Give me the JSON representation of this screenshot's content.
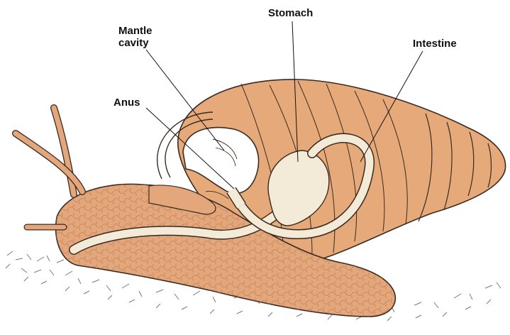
{
  "labels": {
    "stomach": "Stomach",
    "mantle_cavity_line1": "Mantle",
    "mantle_cavity_line2": "cavity",
    "intestine": "Intestine",
    "anus": "Anus"
  },
  "colors": {
    "body": "#e3a77b",
    "shell": "#e6a979",
    "outline": "#3a2a20",
    "gut": "#f4ead8",
    "cavity": "#ffffff",
    "ground": "#8a8a8a"
  }
}
